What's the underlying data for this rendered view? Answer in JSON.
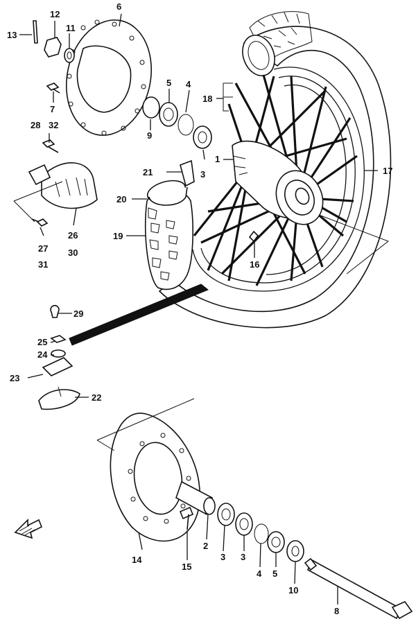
{
  "labels": {
    "p1": "1",
    "p2": "2",
    "p3a": "3",
    "p3b": "3",
    "p3c": "3",
    "p4a": "4",
    "p4b": "4",
    "p5a": "5",
    "p5b": "5",
    "p6": "6",
    "p7": "7",
    "p8": "8",
    "p9": "9",
    "p10": "10",
    "p11": "11",
    "p12": "12",
    "p13": "13",
    "p14": "14",
    "p15": "15",
    "p16": "16",
    "p17": "17",
    "p18": "18",
    "p19": "19",
    "p20": "20",
    "p21": "21",
    "p22": "22",
    "p23": "23",
    "p24": "24",
    "p25": "25",
    "p26": "26",
    "p27": "27",
    "p28": "28",
    "p29": "29",
    "p30": "30",
    "p31": "31",
    "p32": "32"
  },
  "icons": {
    "front_arrow": "front-direction-arrow-icon"
  }
}
